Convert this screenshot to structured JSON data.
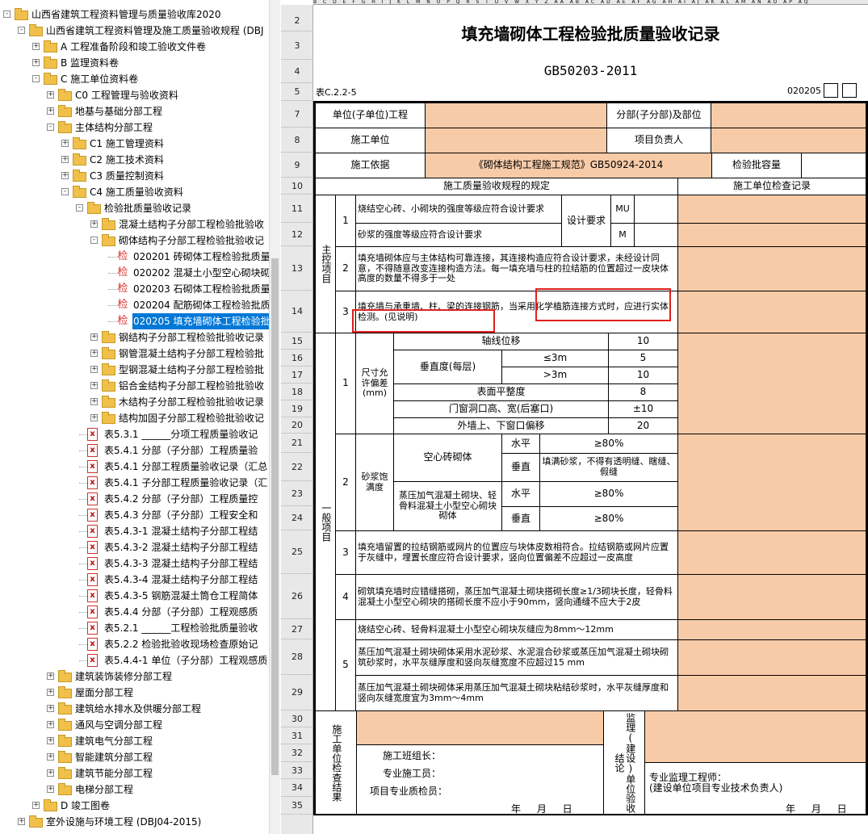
{
  "tree": {
    "nodes": [
      {
        "label": "山西省建筑工程资料管理与质量验收库2020",
        "icon": "folder-icon",
        "toggle": "-"
      },
      {
        "label": "山西省建筑工程资料管理及施工质量验收规程 (DBJ",
        "icon": "folder-icon",
        "toggle": "-"
      },
      {
        "label": "A 工程准备阶段和竣工验收文件卷",
        "icon": "folder-icon",
        "toggle": "+"
      },
      {
        "label": "B 监理资料卷",
        "icon": "folder-icon",
        "toggle": "+"
      },
      {
        "label": "C 施工单位资料卷",
        "icon": "folder-icon",
        "toggle": "-"
      },
      {
        "label": "C0 工程管理与验收资料",
        "icon": "folder-icon",
        "toggle": "+"
      },
      {
        "label": "地基与基础分部工程",
        "icon": "folder-icon",
        "toggle": "+"
      },
      {
        "label": "主体结构分部工程",
        "icon": "folder-icon",
        "toggle": "-"
      },
      {
        "label": "C1 施工管理资料",
        "icon": "folder-icon",
        "toggle": "+"
      },
      {
        "label": "C2 施工技术资料",
        "icon": "folder-icon",
        "toggle": "+"
      },
      {
        "label": "C3 质量控制资料",
        "icon": "folder-icon",
        "toggle": "+"
      },
      {
        "label": "C4 施工质量验收资料",
        "icon": "folder-icon",
        "toggle": "-"
      },
      {
        "label": "检验批质量验收记录",
        "icon": "folder-icon",
        "toggle": "-"
      },
      {
        "label": "混凝土结构子分部工程检验批验收",
        "icon": "folder-icon",
        "toggle": "+"
      },
      {
        "label": "砌体结构子分部工程检验批验收记",
        "icon": "folder-icon",
        "toggle": "-"
      },
      {
        "label": "020201 砖砌体工程检验批质量",
        "icon": "jian-icon",
        "toggle": ""
      },
      {
        "label": "020202 混凝土小型空心砌块砌",
        "icon": "jian-icon",
        "toggle": ""
      },
      {
        "label": "020203 石砌体工程检验批质量",
        "icon": "jian-icon",
        "toggle": ""
      },
      {
        "label": "020204 配筋砌体工程检验批质",
        "icon": "jian-icon",
        "toggle": ""
      },
      {
        "label": "020205 填充墙砌体工程检验批",
        "icon": "jian-icon",
        "toggle": "",
        "selected": true
      },
      {
        "label": "钢结构子分部工程检验批验收记录",
        "icon": "folder-icon",
        "toggle": "+"
      },
      {
        "label": "钢管混凝土结构子分部工程检验批",
        "icon": "folder-icon",
        "toggle": "+"
      },
      {
        "label": "型钢混凝土结构子分部工程检验批",
        "icon": "folder-icon",
        "toggle": "+"
      },
      {
        "label": "铝合金结构子分部工程检验批验收",
        "icon": "folder-icon",
        "toggle": "+"
      },
      {
        "label": "木结构子分部工程检验批验收记录",
        "icon": "folder-icon",
        "toggle": "+"
      },
      {
        "label": "结构加固子分部工程检验批验收记",
        "icon": "folder-icon",
        "toggle": "+"
      },
      {
        "label": "表5.3.1 ______分项工程质量验收记",
        "icon": "pdf-icon",
        "toggle": ""
      },
      {
        "label": "表5.4.1 分部（子分部）工程质量验",
        "icon": "pdf-icon",
        "toggle": ""
      },
      {
        "label": "表5.4.1 分部工程质量验收记录（汇总",
        "icon": "pdf-icon",
        "toggle": ""
      },
      {
        "label": "表5.4.1 子分部工程质量验收记录（汇",
        "icon": "pdf-icon",
        "toggle": ""
      },
      {
        "label": "表5.4.2 分部（子分部）工程质量控",
        "icon": "pdf-icon",
        "toggle": ""
      },
      {
        "label": "表5.4.3 分部（子分部）工程安全和",
        "icon": "pdf-icon",
        "toggle": ""
      },
      {
        "label": "表5.4.3-1 混凝土结构子分部工程结",
        "icon": "pdf-icon",
        "toggle": ""
      },
      {
        "label": "表5.4.3-2 混凝土结构子分部工程结",
        "icon": "pdf-icon",
        "toggle": ""
      },
      {
        "label": "表5.4.3-3 混凝土结构子分部工程结",
        "icon": "pdf-icon",
        "toggle": ""
      },
      {
        "label": "表5.4.3-4 混凝土结构子分部工程结",
        "icon": "pdf-icon",
        "toggle": ""
      },
      {
        "label": "表5.4.3-5 钢筋混凝土筒仓工程简体",
        "icon": "pdf-icon",
        "toggle": ""
      },
      {
        "label": "表5.4.4 分部（子分部）工程观感质",
        "icon": "pdf-icon",
        "toggle": ""
      },
      {
        "label": "表5.2.1 ______工程检验批质量验收",
        "icon": "pdf-icon",
        "toggle": ""
      },
      {
        "label": "表5.2.2 检验批验收现场检查原始记",
        "icon": "pdf-icon",
        "toggle": ""
      },
      {
        "label": "表5.4.4-1 单位（子分部）工程观感质",
        "icon": "pdf-icon",
        "toggle": ""
      },
      {
        "label": "建筑装饰装修分部工程",
        "icon": "folder-icon",
        "toggle": "+"
      },
      {
        "label": "屋面分部工程",
        "icon": "folder-icon",
        "toggle": "+"
      },
      {
        "label": "建筑给水排水及供暖分部工程",
        "icon": "folder-icon",
        "toggle": "+"
      },
      {
        "label": "通风与空调分部工程",
        "icon": "folder-icon",
        "toggle": "+"
      },
      {
        "label": "建筑电气分部工程",
        "icon": "folder-icon",
        "toggle": "+"
      },
      {
        "label": "智能建筑分部工程",
        "icon": "folder-icon",
        "toggle": "+"
      },
      {
        "label": "建筑节能分部工程",
        "icon": "folder-icon",
        "toggle": "+"
      },
      {
        "label": "电梯分部工程",
        "icon": "folder-icon",
        "toggle": "+"
      },
      {
        "label": "D 竣工图卷",
        "icon": "folder-icon",
        "toggle": "+"
      },
      {
        "label": "室外设施与环境工程 (DBJ04-2015)",
        "icon": "folder-icon",
        "toggle": "+"
      }
    ]
  },
  "sheet": {
    "col_header": "B C D E F G H I J K L M N O P Q R S T U V W X Y Z AA AB AC AD AE AF AG AH AI AJ AK AL AM AN AO AP AQ",
    "row_numbers": [
      "2",
      "3",
      "4",
      "5",
      "7",
      "8",
      "9",
      "10",
      "11",
      "12",
      "13",
      "14",
      "15",
      "16",
      "17",
      "18",
      "19",
      "20",
      "21",
      "22",
      "23",
      "24",
      "25",
      "26",
      "27",
      "28",
      "29",
      "30",
      "31",
      "32",
      "33",
      "34",
      "35"
    ],
    "title": "填充墙砌体工程检验批质量验收记录",
    "standard": "GB50203-2011",
    "table_no": "表C.2.2-5",
    "code": "020205",
    "r7": {
      "unit_label": "单位(子单位)工程",
      "sub_label": "分部(子分部)及部位"
    },
    "r8": {
      "constructor_label": "施工单位",
      "pm_label": "项目负责人"
    },
    "r9": {
      "basis_label": "施工依据",
      "basis_value": "《砌体结构工程施工规范》GB50924-2014",
      "capacity_label": "检验批容量"
    },
    "r10": {
      "spec_header": "施工质量验收规程的规定",
      "record_header": "施工单位检查记录"
    },
    "main_label": "主控项目",
    "general_label": "一般项目",
    "m1": {
      "no": "1",
      "a": "烧结空心砖、小砌块的强度等级应符合设计要求",
      "b": "砂浆的强度等级应符合设计要求",
      "design": "设计要求",
      "mu": "MU",
      "m": "M"
    },
    "m2": {
      "no": "2",
      "text": "填充墙砌体应与主体结构可靠连接，其连接构造应符合设计要求，未经设计同意，不得随意改变连接构造方法。每一填充墙与柱的拉结筋的位置超过一皮块体高度的数量不得多于一处"
    },
    "m3": {
      "no": "3",
      "text": "填充墙与承重墙、柱、梁的连接钢筋，当采用化学植筋连接方式时，应进行实体检测。(见说明)"
    },
    "g1": {
      "no": "1",
      "label": "尺寸允许偏差(mm)",
      "axis": "轴线位移",
      "axis_v": "10",
      "vert": "垂直度(每层)",
      "le3": "≤3m",
      "le3_v": "5",
      "gt3": ">3m",
      "gt3_v": "10",
      "flat": "表面平整度",
      "flat_v": "8",
      "door": "门窗洞口高、宽(后塞口)",
      "door_v": "±10",
      "win": "外墙上、下窗口偏移",
      "win_v": "20"
    },
    "g2": {
      "no": "2",
      "label": "砂浆饱满度",
      "hollow": "空心砖砌体",
      "horiz": "水平",
      "horiz_v": "≥80%",
      "vert": "垂直",
      "vert_v": "填满砂浆，不得有透明缝、瞎缝、假缝",
      "aac": "蒸压加气混凝土砌块、轻骨料混凝土小型空心砌块砌体",
      "horiz2": "水平",
      "horiz2_v": "≥80%",
      "vert2": "垂直",
      "vert2_v": "≥80%"
    },
    "g3": {
      "no": "3",
      "text": "填充墙留置的拉结钢筋或网片的位置应与块体皮数相符合。拉结钢筋或网片应置于灰缝中，埋置长度应符合设计要求，竖向位置偏差不应超过一皮高度"
    },
    "g4": {
      "no": "4",
      "text": "砌筑填充墙时应错缝搭砌，蒸压加气混凝土砌块搭砌长度≥1/3砌块长度，轻骨料混凝土小型空心砌块的搭砌长度不应小于90mm，竖向通缝不应大于2皮"
    },
    "g5": {
      "no": "5",
      "a": "烧结空心砖、轻骨料混凝土小型空心砌块灰缝应为8mm～12mm",
      "b": "蒸压加气混凝土砌块砌体采用水泥砂浆、水泥混合砂浆或蒸压加气混凝土砌块砌筑砂浆时，水平灰缝厚度和竖向灰缝宽度不应超过15 mm",
      "c": "蒸压加气混凝土砌块砌体采用蒸压加气混凝土砌块粘结砂浆时，水平灰缝厚度和竖向灰缝宽度宜为3mm～4mm"
    },
    "footer": {
      "con_label": "施工单位检查结果",
      "team": "施工班组长：",
      "worker": "专业施工员：",
      "qc": "项目专业质检员：",
      "date": "年 月 日",
      "sup_label": "监理(建设)单位验收结论",
      "sup_eng": "专业监理工程师：",
      "sup_note": "(建设单位项目专业技术负责人)",
      "date2": "年 月 日"
    }
  }
}
